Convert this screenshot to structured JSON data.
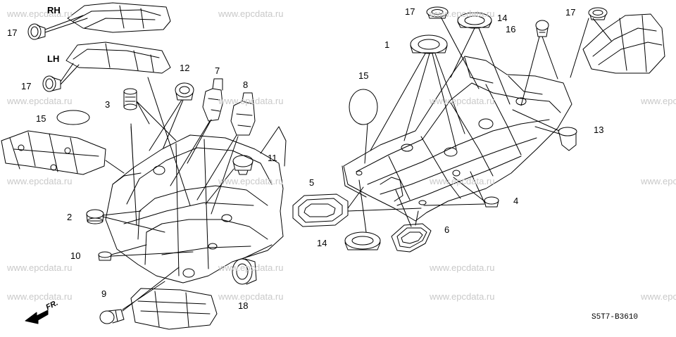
{
  "watermark": "www.epcdata.ru",
  "side_labels": {
    "rh": "RH",
    "lh": "LH"
  },
  "diagram_code": "S5T7-B3610",
  "direction_label": "FR.",
  "callouts": {
    "c17_rh": "17",
    "c17_lh": "17",
    "c15_left": "15",
    "c3": "3",
    "c12": "12",
    "c7": "7",
    "c8": "8",
    "c11": "11",
    "c2": "2",
    "c10": "10",
    "c9": "9",
    "c18": "18",
    "c17_a": "17",
    "c14_top": "14",
    "c16": "16",
    "c17_b": "17",
    "c1": "1",
    "c15_right": "15",
    "c13": "13",
    "c5": "5",
    "c4": "4",
    "c14_bottom": "14",
    "c6": "6"
  },
  "colors": {
    "line": "#000000",
    "watermark": "#c9c9c9",
    "background": "#ffffff"
  }
}
